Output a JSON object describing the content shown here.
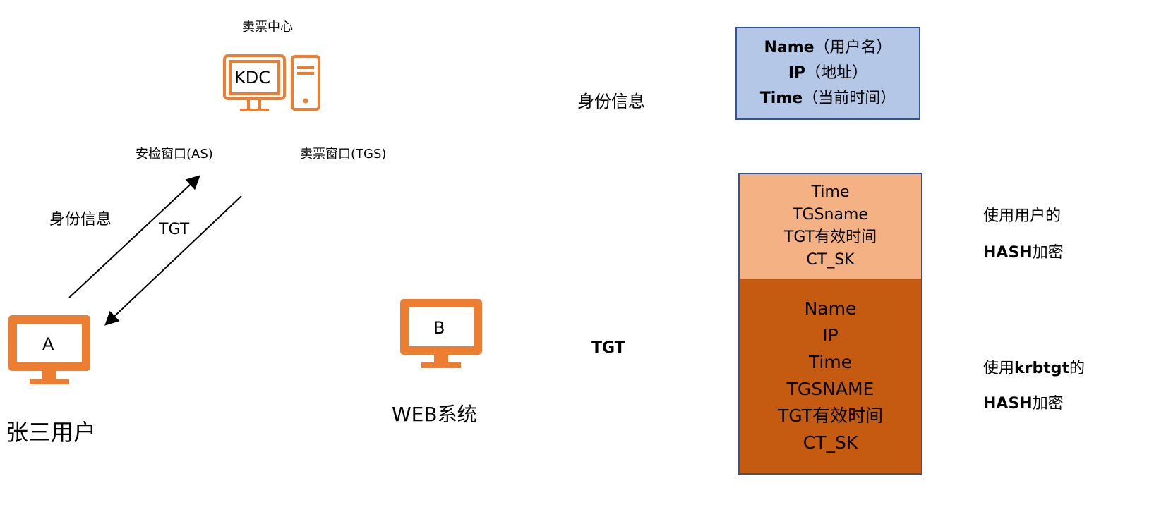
{
  "kdc": {
    "title": "卖票中心",
    "label": "KDC",
    "as_window": "安检窗口(AS)",
    "tgs_window": "卖票窗口(TGS)"
  },
  "flow": {
    "identity": "身份信息",
    "tgt": "TGT"
  },
  "client": {
    "monitor_label": "A",
    "name": "张三用户"
  },
  "server": {
    "monitor_label": "B",
    "name": "WEB系统"
  },
  "legend": {
    "identity": "身份信息",
    "tgt": "TGT"
  },
  "identity_box": {
    "name_key": "Name",
    "name_val": "（用户名）",
    "ip_key": "IP",
    "ip_val": "（地址）",
    "time_key": "Time",
    "time_val": "（当前时间）"
  },
  "tgt_user_part": {
    "lines": [
      "Time",
      "TGSname",
      "TGT有效时间",
      "CT_SK"
    ],
    "note1": "使用用户的",
    "note2_bold": "HASH",
    "note2": "加密"
  },
  "tgt_krbtgt_part": {
    "lines": [
      "Name",
      "IP",
      "Time",
      "TGSNAME",
      "TGT有效时间",
      "CT_SK"
    ],
    "note1_pre": "使用",
    "note1_bold": "krbtgt",
    "note1_post": "的",
    "note2_bold": "HASH",
    "note2": "加密"
  },
  "colors": {
    "orange": "#ed7d31",
    "blue_fill": "#b4c7e7",
    "light_orange": "#f4b183",
    "dark_orange": "#c55a11",
    "border": "#2f5597"
  }
}
